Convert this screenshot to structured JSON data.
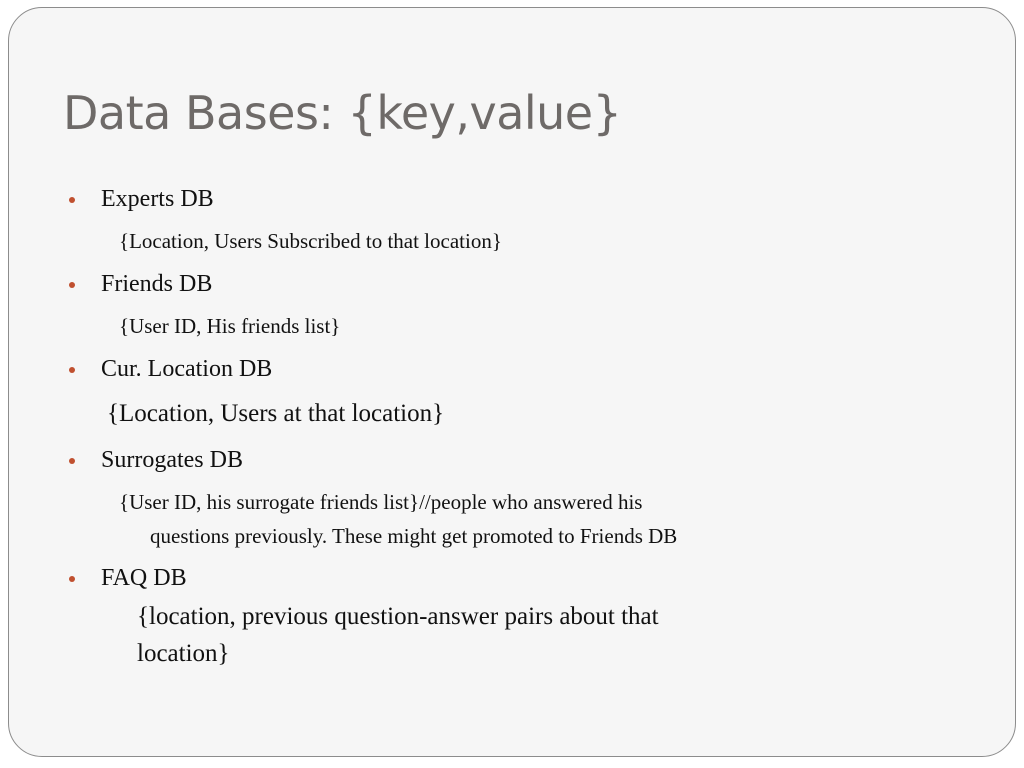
{
  "slide": {
    "title": "Data Bases: {key,value}",
    "items": [
      {
        "label": "Experts DB",
        "detail": "{Location, Users Subscribed to that location}"
      },
      {
        "label": "Friends DB",
        "detail": "{User ID, His friends list}"
      },
      {
        "label": "Cur. Location DB",
        "detail": "{Location, Users at that location}"
      },
      {
        "label": "Surrogates DB",
        "detail_line1": "{User ID, his surrogate friends list}//people who answered his",
        "detail_line2": "questions previously. These might get promoted to Friends DB"
      },
      {
        "label": "FAQ DB",
        "detail_line1": "{location, previous question-answer pairs about that",
        "detail_line2": "location}"
      }
    ]
  },
  "colors": {
    "bullet": "#c0502f",
    "title": "#6e6a68",
    "background": "#f6f6f6"
  }
}
